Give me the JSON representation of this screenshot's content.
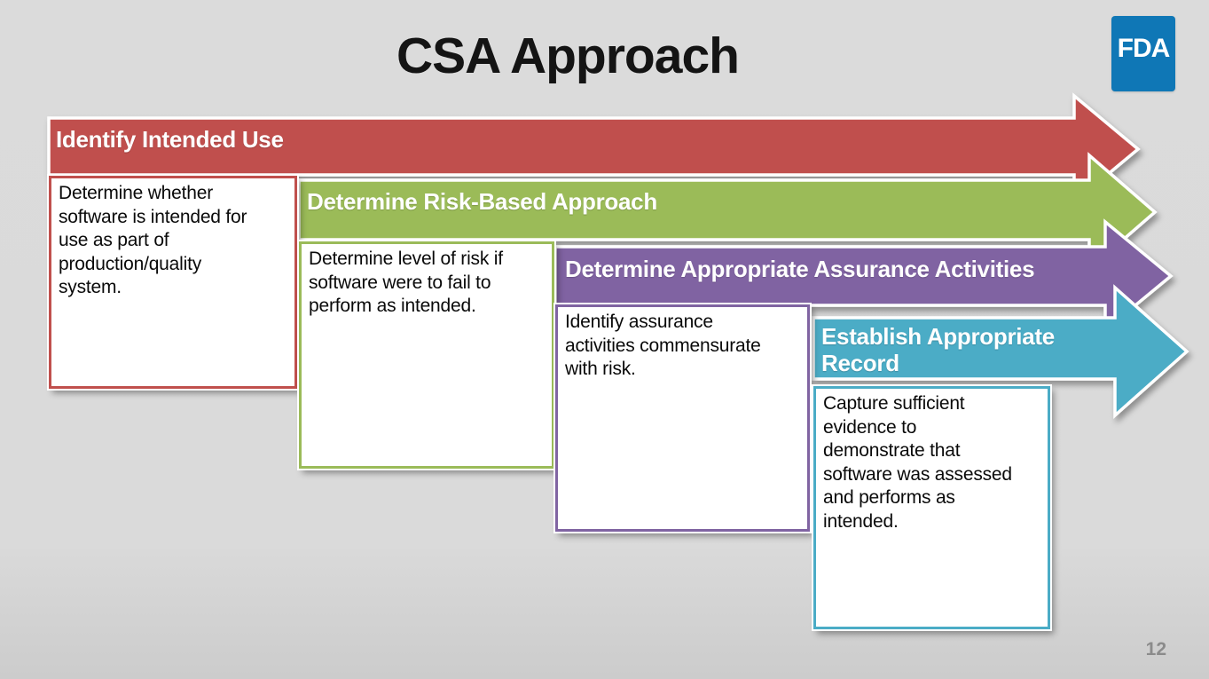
{
  "slide": {
    "title": "CSA Approach",
    "page_number": "12",
    "background_color": "#dbdbdb",
    "logo": {
      "text": "FDA",
      "color": "#0f77b6"
    }
  },
  "steps": [
    {
      "label": "Identify Intended Use",
      "description": "Determine whether\nsoftware is intended for\nuse as part of\nproduction/quality\nsystem.",
      "color": "#c0504d"
    },
    {
      "label": "Determine Risk-Based Approach",
      "description": "Determine level of risk if\nsoftware were to fail to\nperform as intended.",
      "color": "#9bbb59"
    },
    {
      "label": "Determine Appropriate Assurance Activities",
      "description": "Identify assurance\nactivities commensurate\nwith risk.",
      "color": "#8064a2"
    },
    {
      "label": "Establish Appropriate\nRecord",
      "description": "Capture sufficient\nevidence to\ndemonstrate that\nsoftware was assessed\nand performs as\nintended.",
      "color": "#4bacc6"
    }
  ]
}
